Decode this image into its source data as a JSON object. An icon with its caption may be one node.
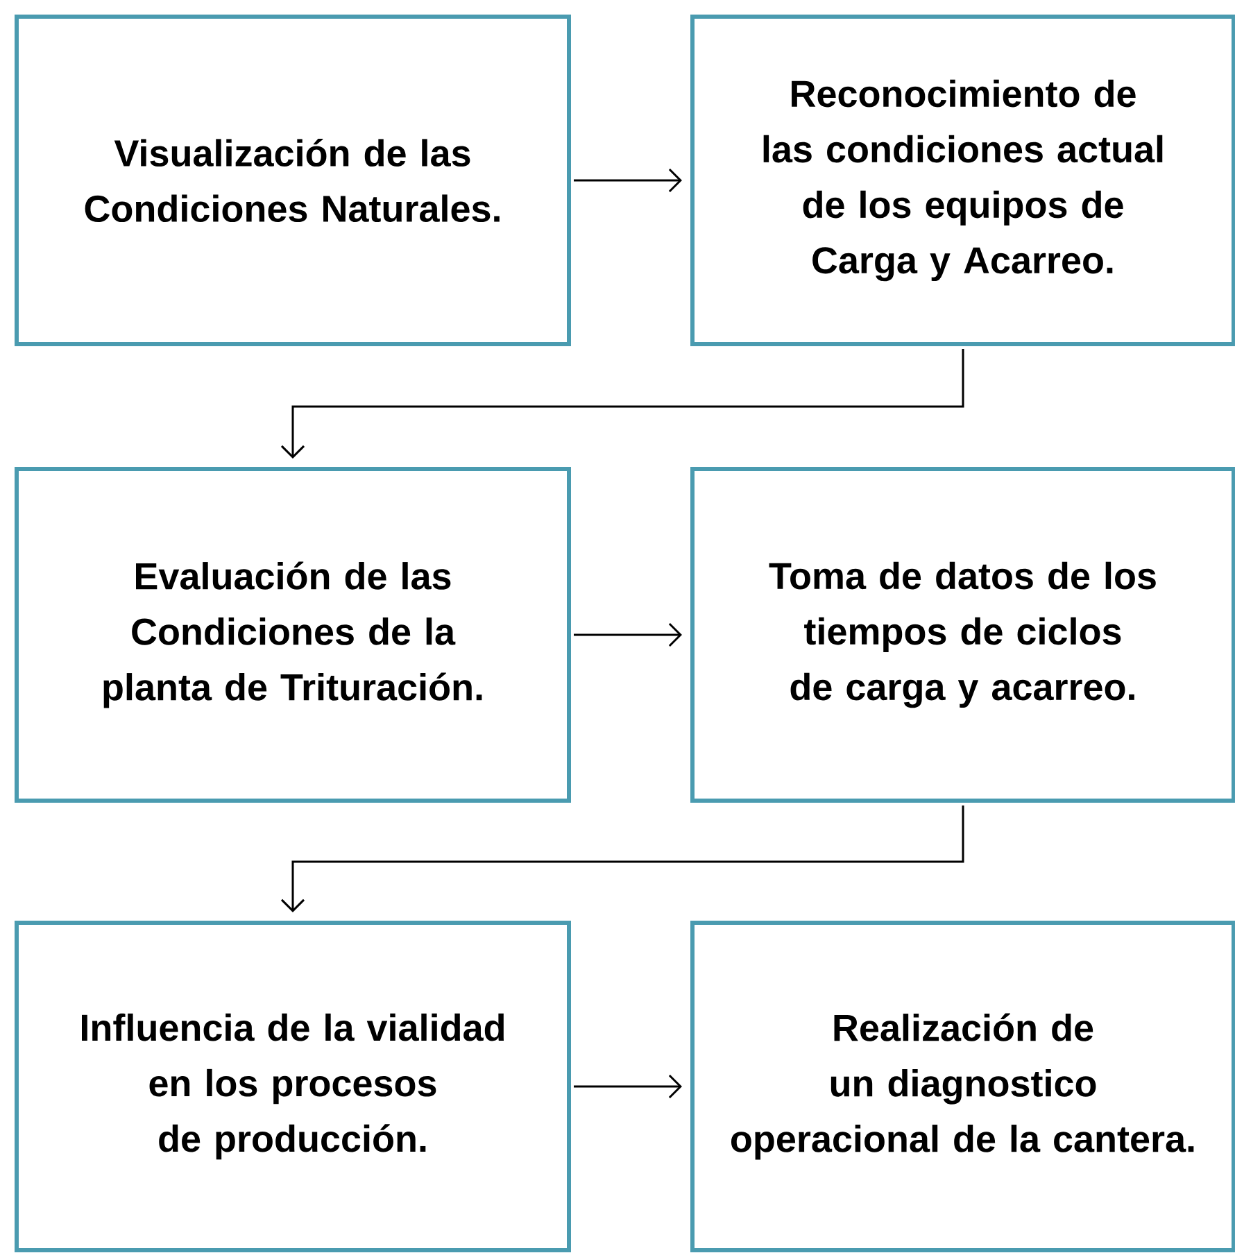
{
  "diagram": {
    "nodes": [
      {
        "text": [
          "Visualización de las Condiciones Naturales."
        ]
      },
      {
        "text": [
          "Reconocimiento de las condiciones actual de los equipos de Carga y Acarreo."
        ]
      },
      {
        "text": [
          "Evaluación de las Condiciones de la planta de Trituración."
        ]
      },
      {
        "text": [
          "Toma de datos de los tiempos de ciclos de carga y acarreo."
        ]
      },
      {
        "text": [
          "Influencia de la vialidad en los procesos de producción."
        ]
      },
      {
        "text": [
          "Realización de un diagnostico operacional de la cantera."
        ]
      }
    ],
    "edges": [
      {
        "from": 0,
        "to": 1,
        "arrow": "to"
      },
      {
        "from": 1,
        "to": 2,
        "arrow": "to"
      },
      {
        "from": 2,
        "to": 3,
        "arrow": "to"
      },
      {
        "from": 3,
        "to": 4,
        "arrow": "to"
      },
      {
        "from": 4,
        "to": 5,
        "arrow": "to"
      }
    ]
  }
}
